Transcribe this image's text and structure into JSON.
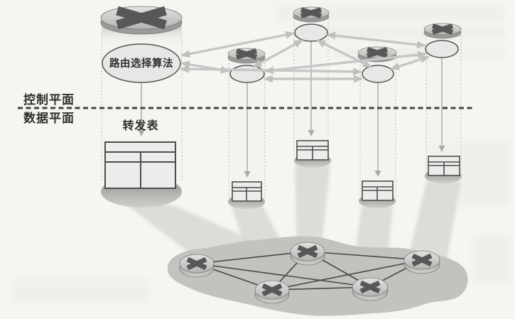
{
  "figure": {
    "type": "network-control-data-plane-diagram",
    "labels": {
      "control_plane": "控制平面",
      "data_plane": "数据平面",
      "routing_algorithm": "路由选择算法",
      "forwarding_table": "转发表"
    },
    "colors": {
      "page_bg": "#f6f5f1",
      "ink": "#2f2f2f",
      "separator": "#454545",
      "arrow": "#c6c6c6",
      "thin_line": "#9a9a9a",
      "dotted": "#bdbdbd",
      "table_fill": "#ececea",
      "table_border": "#4d4d4d",
      "ellipse_fill": "#e7e7e5",
      "ellipse_border": "#555555",
      "beam": "#d8d7d3",
      "cloud": "#c3c2bf",
      "link": "#474747",
      "router_x": "#575757"
    },
    "topology": {
      "control_plane_routers": [
        "r1-large",
        "r2-top",
        "r3-left",
        "r4-middle",
        "r5-right"
      ],
      "routing_message_links": [
        [
          "r1-large",
          "r2-top"
        ],
        [
          "r1-large",
          "r3-left"
        ],
        [
          "r1-large",
          "r4-middle"
        ],
        [
          "r2-top",
          "r3-left"
        ],
        [
          "r2-top",
          "r4-middle"
        ],
        [
          "r2-top",
          "r5-right"
        ],
        [
          "r3-left",
          "r4-middle"
        ],
        [
          "r3-left",
          "r5-right"
        ],
        [
          "r4-middle",
          "r5-right"
        ]
      ],
      "physical_routers": [
        "p-left",
        "p-topcenter",
        "p-bottomcenter",
        "p-bottomright",
        "p-right"
      ],
      "physical_links": [
        [
          "p-left",
          "p-topcenter"
        ],
        [
          "p-left",
          "p-bottomcenter"
        ],
        [
          "p-left",
          "p-bottomright"
        ],
        [
          "p-topcenter",
          "p-bottomcenter"
        ],
        [
          "p-topcenter",
          "p-bottomright"
        ],
        [
          "p-topcenter",
          "p-right"
        ],
        [
          "p-bottomcenter",
          "p-bottomright"
        ],
        [
          "p-bottomcenter",
          "p-right"
        ],
        [
          "p-bottomright",
          "p-right"
        ]
      ],
      "forwarding_tables_count": 5
    }
  }
}
